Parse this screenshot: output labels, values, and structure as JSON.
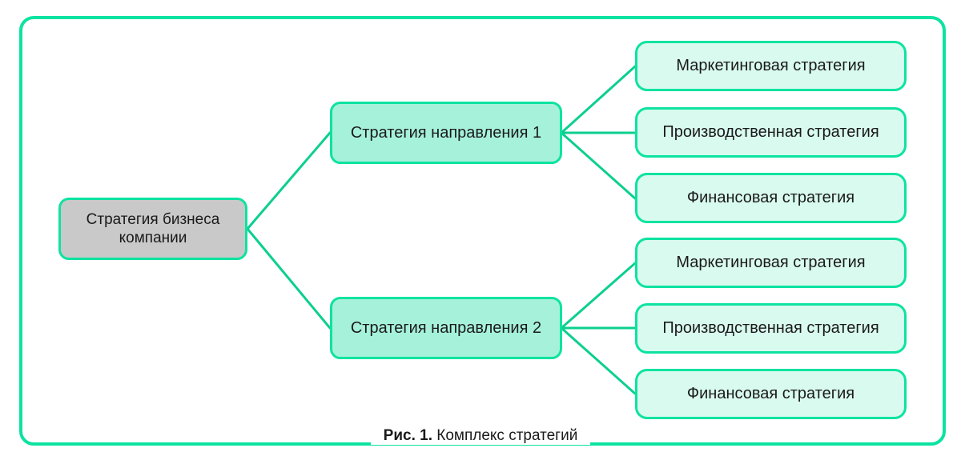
{
  "figure": {
    "caption_label": "Рис. 1.",
    "caption_text": "Комплекс стратегий"
  },
  "colors": {
    "accent_border": "#0ce3a0",
    "frame": "#0ce3a0",
    "connector": "#0ccf90",
    "root_fill": "#c9c9c9",
    "branch_fill": "#a6f1da",
    "leaf_fill": "#d9faee",
    "text": "#1a1a1a",
    "background": "#ffffff"
  },
  "diagram": {
    "type": "tree",
    "root": {
      "label": "Стратегия бизнеса компании",
      "line1": "Стратегия бизнеса",
      "line2": "компании"
    },
    "branches": [
      {
        "label": "Стратегия направления 1",
        "children": [
          "Маркетинговая стратегия",
          "Производственная стратегия",
          "Финансовая стратегия"
        ]
      },
      {
        "label": "Стратегия направления 2",
        "children": [
          "Маркетинговая стратегия",
          "Производственная стратегия",
          "Финансовая стратегия"
        ]
      }
    ]
  }
}
